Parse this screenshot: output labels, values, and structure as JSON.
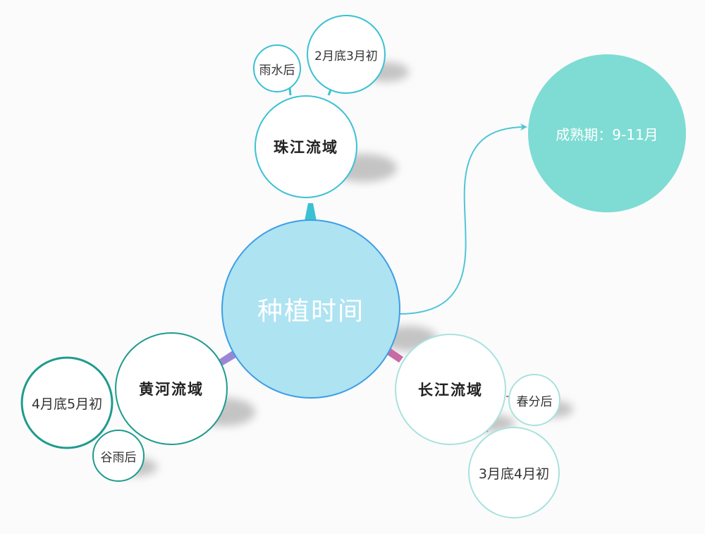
{
  "center": {
    "label": "种植时间"
  },
  "result": {
    "label": "成熟期：9-11月"
  },
  "branches": [
    {
      "label": "珠江流域",
      "details": [
        "雨水后",
        "2月底3月初"
      ]
    },
    {
      "label": "黄河流域",
      "details": [
        "4月底5月初",
        "谷雨后"
      ]
    },
    {
      "label": "长江流域",
      "details": [
        "春分后",
        "3月底4月初"
      ]
    }
  ],
  "colors": {
    "center_fill": "#aee3f1",
    "center_stroke": "#3d9ee6",
    "pearl": "#3ac1d3",
    "yellow": "#1e9b8e",
    "yangtze": "#a8e2de",
    "result_fill": "#7edcd4",
    "link_purple": "#9b86d6",
    "link_pink": "#c76aa6"
  }
}
